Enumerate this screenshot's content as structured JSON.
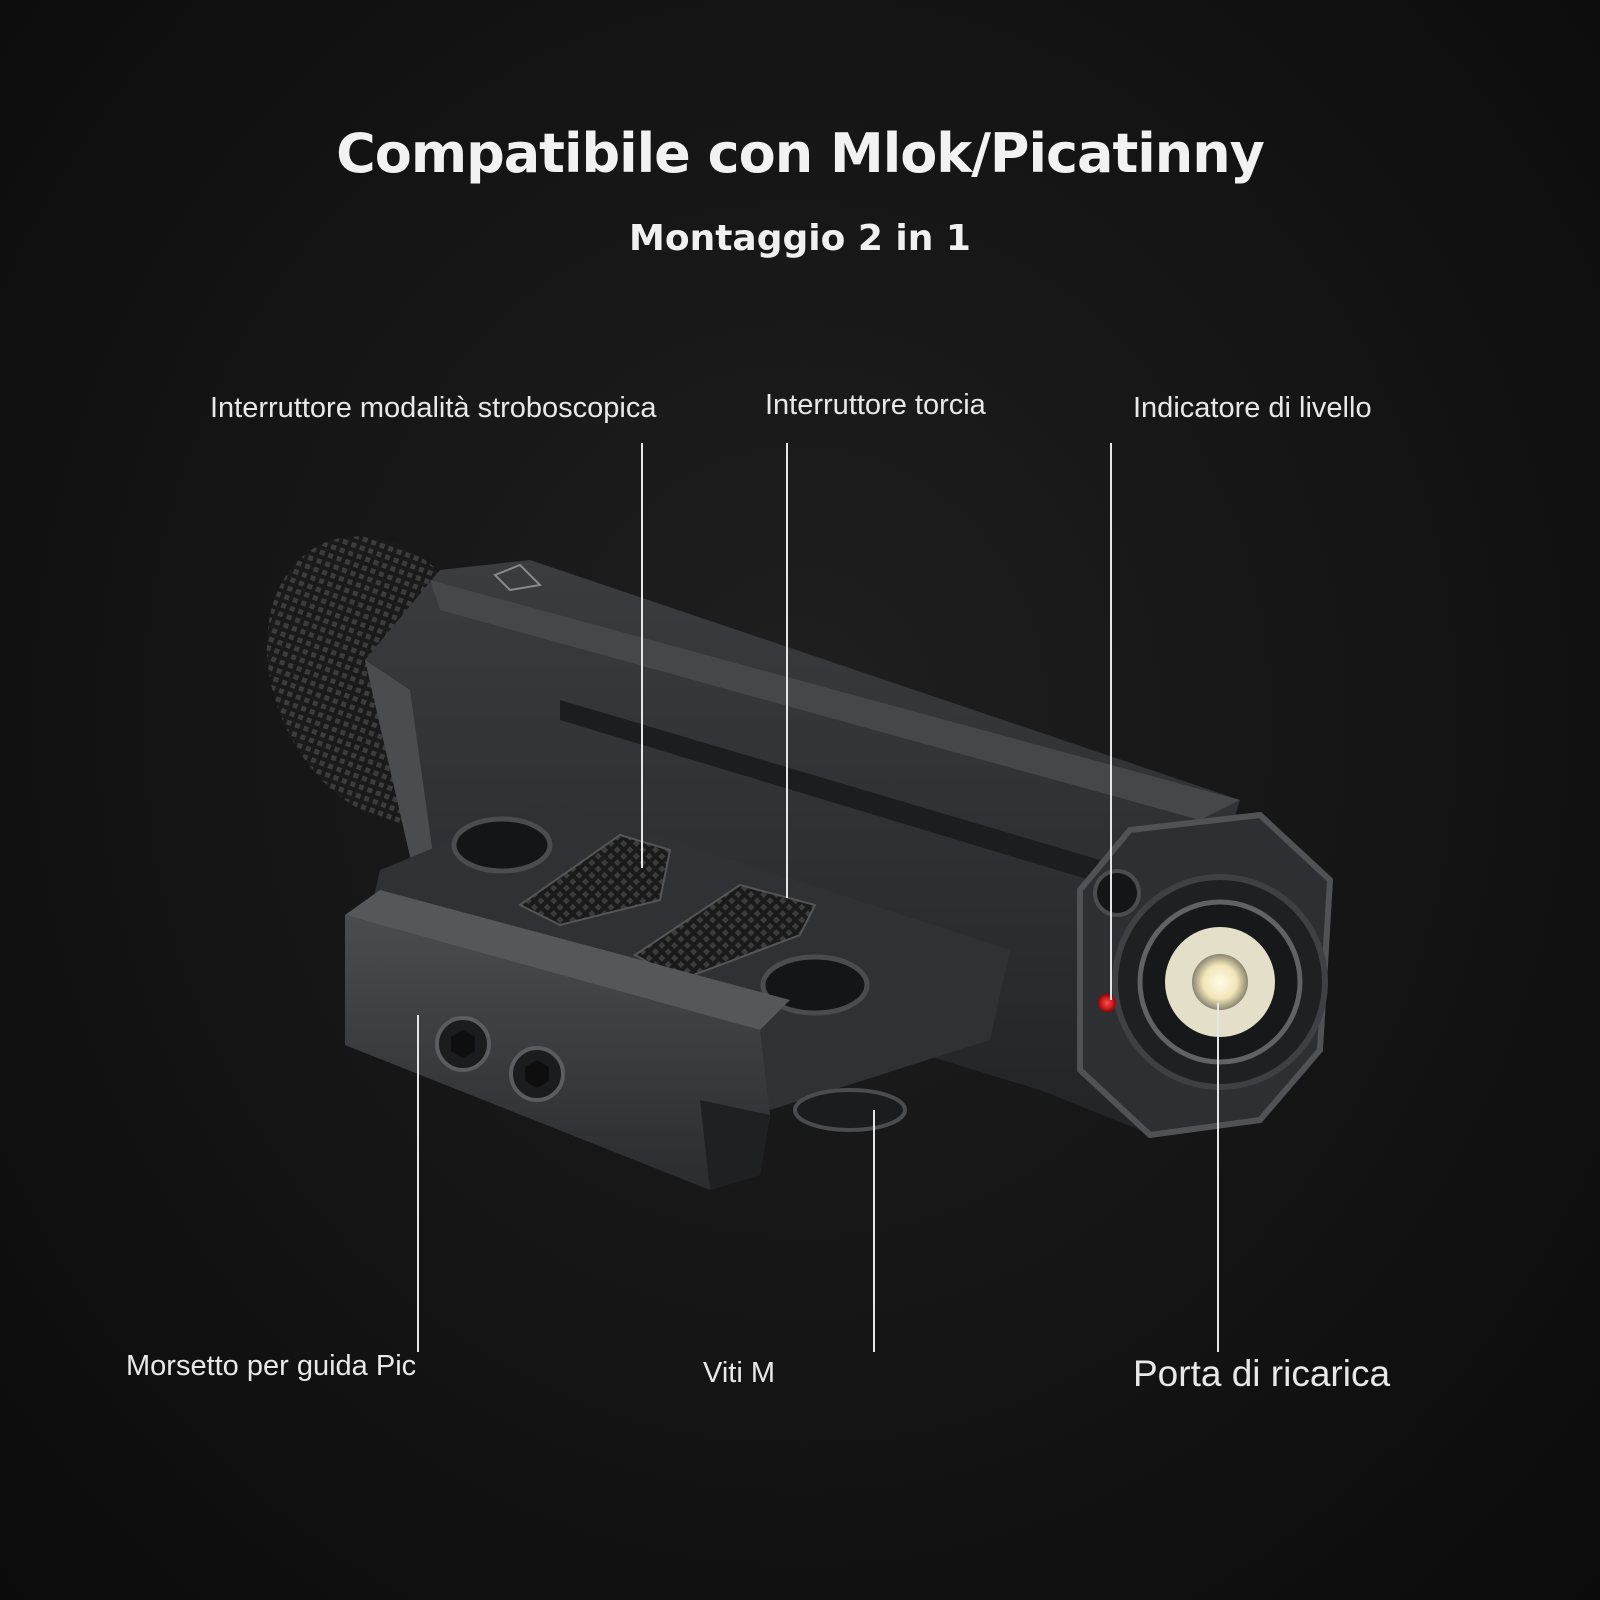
{
  "header": {
    "title": "Compatibile con Mlok/Picatinny",
    "subtitle": "Montaggio 2 in 1"
  },
  "callouts": {
    "strobe_switch": "Interruttore modalità stroboscopica",
    "torch_switch": "Interruttore torcia",
    "level_indicator": "Indicatore di livello",
    "rail_clamp": "Morsetto per guida Pic",
    "screws": "Viti M",
    "charging_port": "Porta di ricarica"
  },
  "colors": {
    "background": "#141414",
    "body": "#2b2d30",
    "indicator": "#e01010",
    "led": "#fff7d6"
  }
}
